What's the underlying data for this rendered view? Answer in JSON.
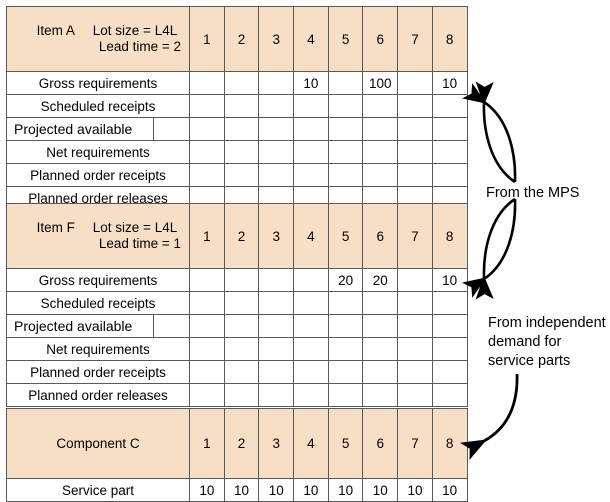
{
  "theme": {
    "header_fill": "#f7dfc6",
    "border": "#595959",
    "text": "#000000",
    "page_background": "#ffffff"
  },
  "tables": [
    {
      "id": "item-a",
      "name": "Item A",
      "lot_size": "Lot size = L4L",
      "lead_time": "Lead time = 2",
      "periods": [
        "1",
        "2",
        "3",
        "4",
        "5",
        "6",
        "7",
        "8"
      ],
      "rows": [
        {
          "label": "Gross requirements",
          "values": [
            "",
            "",
            "",
            "10",
            "",
            "100",
            "",
            "10"
          ]
        },
        {
          "label": "Scheduled receipts",
          "values": [
            "",
            "",
            "",
            "",
            "",
            "",
            "",
            ""
          ]
        },
        {
          "label": "Projected available",
          "values": [
            "",
            "",
            "",
            "",
            "",
            "",
            "",
            ""
          ],
          "has_divider": true
        },
        {
          "label": "Net requirements",
          "values": [
            "",
            "",
            "",
            "",
            "",
            "",
            "",
            ""
          ]
        },
        {
          "label": "Planned order receipts",
          "values": [
            "",
            "",
            "",
            "",
            "",
            "",
            "",
            ""
          ]
        },
        {
          "label": "Planned order releases",
          "values": [
            "",
            "",
            "",
            "",
            "",
            "",
            "",
            ""
          ]
        }
      ]
    },
    {
      "id": "item-f",
      "name": "Item F",
      "lot_size": "Lot size = L4L",
      "lead_time": "Lead time = 1",
      "periods": [
        "1",
        "2",
        "3",
        "4",
        "5",
        "6",
        "7",
        "8"
      ],
      "rows": [
        {
          "label": "Gross requirements",
          "values": [
            "",
            "",
            "",
            "",
            "20",
            "20",
            "",
            "10"
          ]
        },
        {
          "label": "Scheduled receipts",
          "values": [
            "",
            "",
            "",
            "",
            "",
            "",
            "",
            ""
          ]
        },
        {
          "label": "Projected available",
          "values": [
            "",
            "",
            "",
            "",
            "",
            "",
            "",
            ""
          ],
          "has_divider": true
        },
        {
          "label": "Net requirements",
          "values": [
            "",
            "",
            "",
            "",
            "",
            "",
            "",
            ""
          ]
        },
        {
          "label": "Planned order receipts",
          "values": [
            "",
            "",
            "",
            "",
            "",
            "",
            "",
            ""
          ]
        },
        {
          "label": "Planned order releases",
          "values": [
            "",
            "",
            "",
            "",
            "",
            "",
            "",
            ""
          ]
        }
      ]
    },
    {
      "id": "component-c",
      "name": "Component C",
      "lot_size": "",
      "lead_time": "",
      "single_line_header": true,
      "periods": [
        "1",
        "2",
        "3",
        "4",
        "5",
        "6",
        "7",
        "8"
      ],
      "rows": [
        {
          "label": "Service part",
          "values": [
            "10",
            "10",
            "10",
            "10",
            "10",
            "10",
            "10",
            "10"
          ]
        }
      ]
    }
  ],
  "annotations": {
    "mps": {
      "text": "From the MPS",
      "arrow_name": "double-headed-curved-arrow-mps"
    },
    "service": {
      "line1": "From independent",
      "line2": "demand for",
      "line3": "service parts",
      "arrow_name": "curved-arrow-service-parts"
    }
  }
}
